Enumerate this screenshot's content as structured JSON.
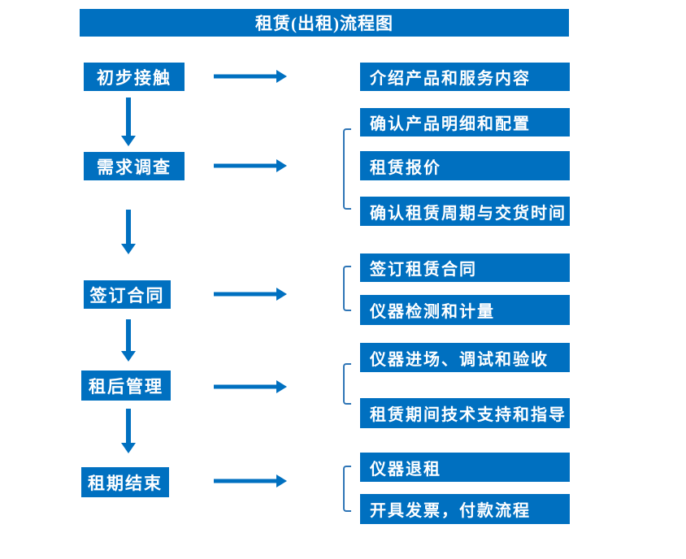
{
  "title": "租赁(出租)流程图",
  "colors": {
    "primary": "#0070C0",
    "bracket": "#2E75B6",
    "text-on-primary": "#FFFFFF",
    "bg": "#FFFFFF"
  },
  "steps": [
    {
      "label": "初步接触",
      "details": [
        "介绍产品和服务内容"
      ]
    },
    {
      "label": "需求调查",
      "details": [
        "确认产品明细和配置",
        "租赁报价",
        "确认租赁周期与交货时间"
      ]
    },
    {
      "label": "签订合同",
      "details": [
        "签订租赁合同",
        "仪器检测和计量"
      ]
    },
    {
      "label": "租后管理",
      "details": [
        "仪器进场、调试和验收",
        "租赁期间技术支持和指导"
      ]
    },
    {
      "label": "租期结束",
      "details": [
        "仪器退租",
        "开具发票，付款流程"
      ]
    }
  ]
}
